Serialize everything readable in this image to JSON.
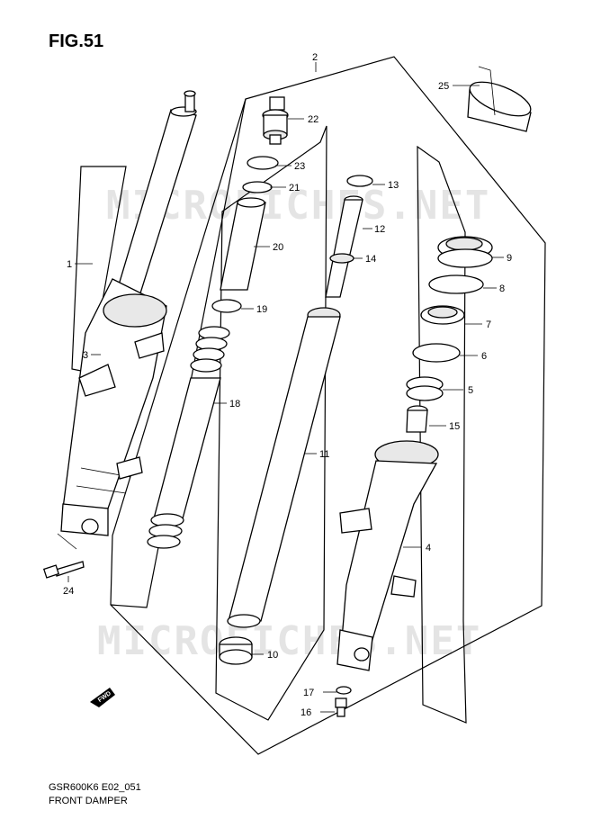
{
  "figure": {
    "title": "FIG.51"
  },
  "watermark": "MICROFICHES.NET",
  "caption": {
    "model_code": "GSR600K6 E02_051",
    "name": "FRONT DAMPER"
  },
  "fwd_marker": "FWD",
  "callouts": [
    "1",
    "2",
    "3",
    "4",
    "5",
    "6",
    "7",
    "8",
    "9",
    "10",
    "11",
    "12",
    "13",
    "14",
    "15",
    "16",
    "17",
    "18",
    "19",
    "20",
    "21",
    "22",
    "23",
    "24",
    "25"
  ]
}
